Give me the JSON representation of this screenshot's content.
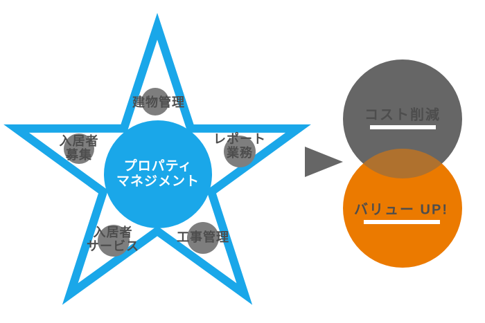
{
  "diagram": {
    "center": {
      "lines": [
        "プロパティ",
        "マネジメント"
      ]
    },
    "satellites": [
      {
        "lines": [
          "建物管理"
        ]
      },
      {
        "lines": [
          "入居者",
          "募集"
        ]
      },
      {
        "lines": [
          "レポート",
          "業務"
        ]
      },
      {
        "lines": [
          "入居者",
          "サービス"
        ]
      },
      {
        "lines": [
          "工事管理"
        ]
      }
    ],
    "outcomes": [
      {
        "label": "コスト削減"
      },
      {
        "label": "バリュー UP!"
      }
    ],
    "colors": {
      "star_blue": "#1AA7E9",
      "center_circle_blue": "#1AA7E9",
      "satellite_circle_gray": "#7E7E7E",
      "label_text_gray": "#4D4D4D",
      "outcome_cost_gray": "#666666",
      "outcome_value_orange": "#EB7A00",
      "arrow_gray": "#666666",
      "underline_white": "#FFFFFF"
    }
  }
}
